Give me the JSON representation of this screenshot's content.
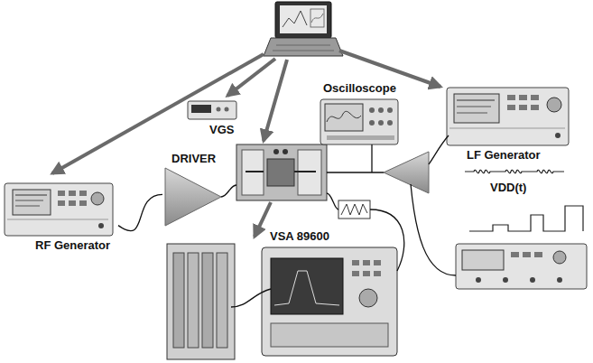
{
  "diagram": {
    "nodes": [
      {
        "text": [
          "RF Generator"
        ]
      },
      {
        "text": [
          "DRIVER"
        ]
      },
      {
        "text": [
          "VGS"
        ]
      },
      {
        "text": [
          "Oscilloscope"
        ]
      },
      {
        "text": [
          "LF Generator"
        ]
      },
      {
        "text": [
          "VSA 89600"
        ]
      },
      {
        "text": [
          "VDD(t)"
        ]
      }
    ],
    "edges": [
      {
        "from": 0,
        "to": 1,
        "arrow": "none"
      }
    ]
  }
}
